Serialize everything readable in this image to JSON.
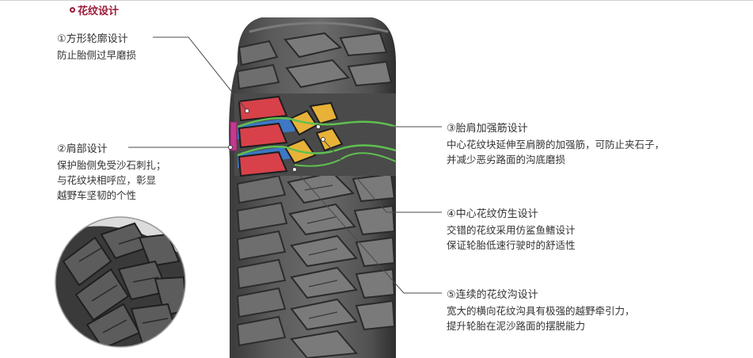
{
  "section_title": "花纹设计",
  "callouts": [
    {
      "title": "①方形轮廓设计",
      "lines": [
        "防止胎侧过早磨损"
      ]
    },
    {
      "title": "②肩部设计",
      "lines": [
        "保护胎侧免受沙石刺扎；",
        "与花纹块相呼应，彰显",
        "越野车坚韧的个性"
      ]
    },
    {
      "title": "③胎肩加强筋设计",
      "lines": [
        "中心花纹块延伸至肩膀的加强筋，可防止夹石子，",
        "并减少恶劣路面的沟底磨损"
      ]
    },
    {
      "title": "④中心花纹仿生设计",
      "lines": [
        "交错的花纹采用仿鲨鱼鳍设计",
        "保证轮胎低速行驶时的舒适性"
      ]
    },
    {
      "title": "⑤连续的花纹沟设计",
      "lines": [
        "宽大的横向花纹沟具有极强的越野牵引力，",
        "提升轮胎在泥沙路面的摆脱能力"
      ]
    }
  ],
  "colors": {
    "accent": "#9b1b38",
    "highlight_red": "#d8414a",
    "highlight_yellow": "#e8b238",
    "highlight_blue": "#3c78c3",
    "highlight_green": "#5fc04f"
  }
}
